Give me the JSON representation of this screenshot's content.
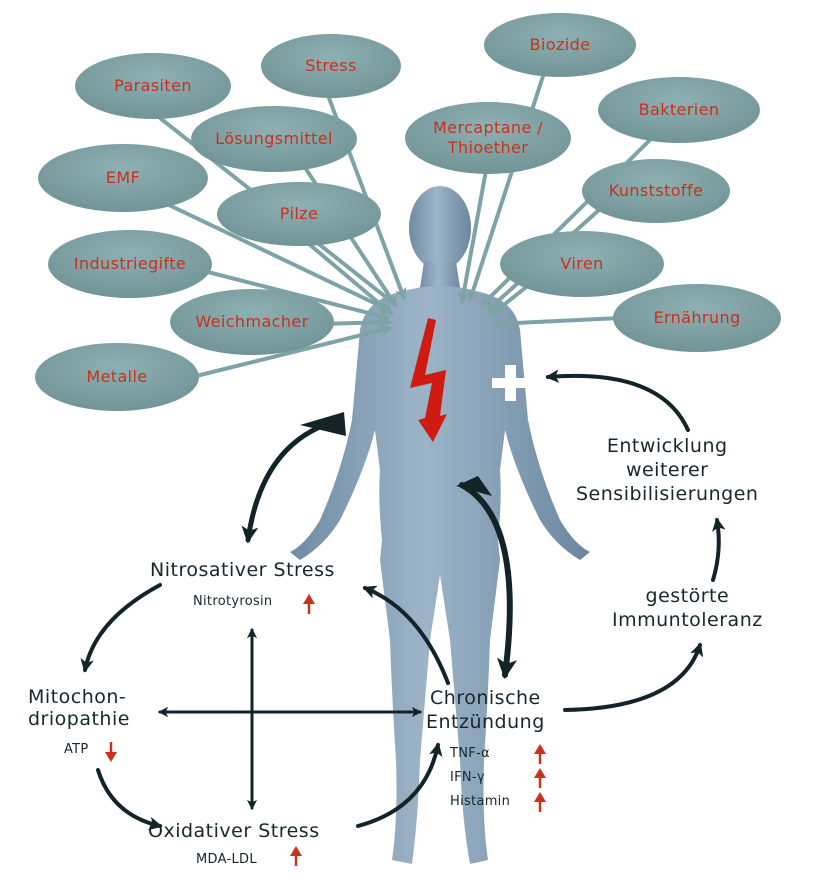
{
  "colors": {
    "ellipse_fill": "#7c9da0",
    "ellipse_text": "#c8321e",
    "body_fill": "#8fa8bd",
    "line": "#7ea3a6",
    "arrow": "#132428",
    "up_marker": "#c8321e",
    "lightning": "#cf1b12"
  },
  "ellipses": [
    {
      "label": "Parasiten"
    },
    {
      "label": "Stress"
    },
    {
      "label": "Biozide"
    },
    {
      "label": "Lösungsmittel"
    },
    {
      "label": "Mercaptane /\nThioether"
    },
    {
      "label": "Bakterien"
    },
    {
      "label": "EMF"
    },
    {
      "label": "Kunststoffe"
    },
    {
      "label": "Pilze"
    },
    {
      "label": "Industriegifte"
    },
    {
      "label": "Viren"
    },
    {
      "label": "Weichmacher"
    },
    {
      "label": "Ernährung"
    },
    {
      "label": "Metalle"
    }
  ],
  "cycle": {
    "nitro_title": "Nitrosativer Stress",
    "nitro_marker": "Nitrotyrosin",
    "mito_title": "Mitochon-\ndriopathie",
    "mito_marker": "ATP",
    "oxi_title": "Oxidativer Stress",
    "oxi_marker": "MDA-LDL",
    "chron_title": "Chronische\nEntzündung",
    "chron_markers": [
      "TNF-α",
      "IFN-γ",
      "Histamin"
    ],
    "immun_title": "gestörte\nImmuntoleranz",
    "entw_title": "Entwicklung\nweiterer\nSensibilisierungen",
    "plus_sign": "+"
  },
  "icons": {
    "lightning": "lightning-bolt-icon",
    "arrow_up": "arrow-up-icon",
    "arrow_down": "arrow-down-icon",
    "plus": "plus-icon"
  }
}
